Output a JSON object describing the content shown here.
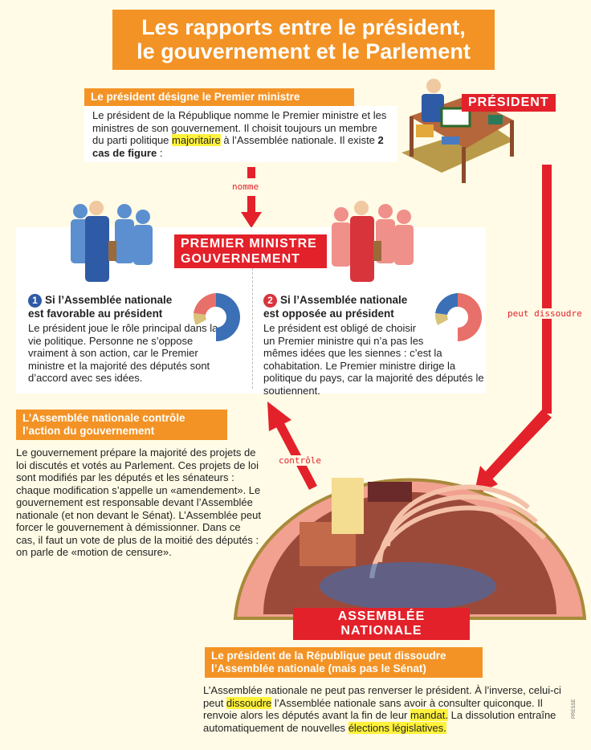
{
  "title": {
    "line1": "Les rapports entre le président,",
    "line2": "le gouvernement et le Parlement"
  },
  "section1": {
    "header": "Le président désigne le Premier ministre",
    "text_a": "Le président de la République nomme le Premier ministre et les ministres de son gouvernement. Il choisit toujours un membre du parti politique ",
    "highlight": "majoritaire",
    "text_b": " à l’Assemblée nationale. Il existe ",
    "bold": "2 cas de figure",
    "text_c": " :"
  },
  "labels": {
    "president": "PRÉSIDENT",
    "premier_ministre_1": "PREMIER MINISTRE",
    "premier_ministre_2": "GOUVERNEMENT",
    "assemblee": "ASSEMBLÉE NATIONALE",
    "nomme": "nomme",
    "peut_dissoudre": "peut dissoudre",
    "controle": "contrôle"
  },
  "case1": {
    "number": "1",
    "title1": "Si l’Assemblée nationale",
    "title2": "est favorable au président",
    "text": "Le président joue le rôle principal dans la vie politique. Personne ne s’oppose vraiment à son action, car le Premier ministre et la majorité des députés sont d’accord avec ses idées."
  },
  "case2": {
    "number": "2",
    "title1": "Si l’Assemblée nationale",
    "title2": "est opposée au président",
    "text": "Le président est obligé de choisir un Premier ministre qui n’a pas les mêmes idées que les siennes : c’est la cohabitation. Le Premier ministre dirige la politique du pays, car la majorité des députés le soutiennent."
  },
  "section3": {
    "header1": "L’Assemblée nationale contrôle",
    "header2": "l’action du gouvernement",
    "text": "Le gouvernement prépare la majorité des projets de loi discutés et votés au Parlement. Ces projets de loi sont modifiés par les députés et les sénateurs : chaque modification s’appelle un «amendement». Le gouvernement est responsable devant l’Assemblée nationale (et non devant le Sénat). L’Assemblée peut forcer le gouvernement à démissionner. Dans ce cas, il faut un vote de plus de la moitié des députés : on parle de «motion de censure»."
  },
  "section4": {
    "header1": "Le président de la République peut dissoudre",
    "header2": "l’Assemblée nationale (mais pas le Sénat)",
    "t1": "L’Assemblée nationale ne peut pas renverser le président. À l’inverse, celui-ci peut ",
    "h1": "dissoudre",
    "t2": " l’Assemblée nationale sans avoir à consulter quiconque. Il renvoie alors les députés avant la fin de leur ",
    "h2": "mandat.",
    "t3": " La dissolution entraîne automatiquement de nouvelles ",
    "h3": "élections législatives."
  },
  "credit": "PRESSE",
  "colors": {
    "orange": "#f39325",
    "red": "#e3212a",
    "blue": "#3b6fb6",
    "pink": "#e8706a",
    "cream": "#fffbe6"
  }
}
